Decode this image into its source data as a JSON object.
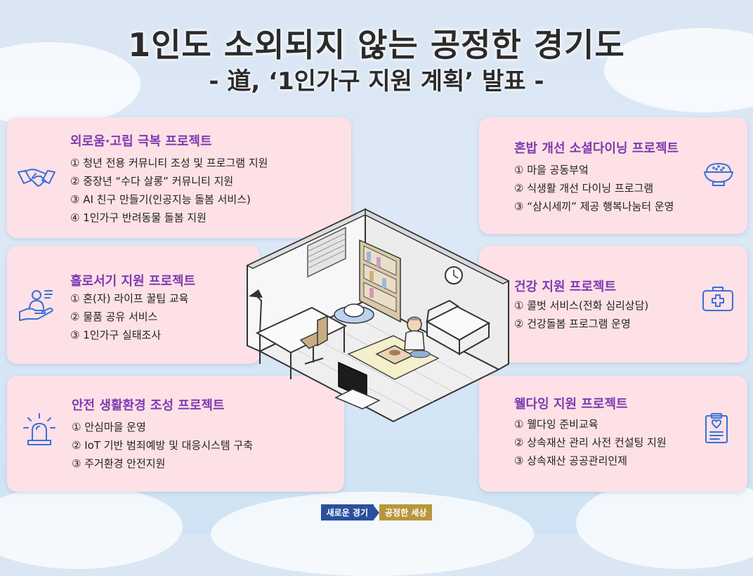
{
  "title": "1인도 소외되지 않는 공정한 경기도",
  "subtitle": "- 道, ‘1인가구 지원 계획’ 발표 -",
  "panels": {
    "p1": {
      "title": "외로움·고립 극복 프로젝트",
      "icon": "handshake-icon",
      "items": [
        "① 청년 전용 커뮤니티 조성 및 프로그램 지원",
        "② 중장년 “수다 살롱” 커뮤니티 지원",
        "③ AI 친구 만들기(인공지능 돌봄 서비스)",
        "④ 1인가구 반려동물 돌봄 지원"
      ]
    },
    "p2": {
      "title": "홀로서기 지원 프로젝트",
      "icon": "hand-person-icon",
      "items": [
        "① 혼(자) 라이프 꿀팁 교육",
        "② 물품 공유 서비스",
        "③ 1인가구 실태조사"
      ]
    },
    "p3": {
      "title": "안전 생활환경 조성 프로젝트",
      "icon": "siren-icon",
      "items": [
        "① 안심마을 운영",
        "② IoT 기반 범죄예방 및 대응시스템 구축",
        "③ 주거환경 안전지원"
      ]
    },
    "p4": {
      "title": "혼밥 개선 소셜다이닝 프로젝트",
      "icon": "rice-bowl-icon",
      "items": [
        "① 마을 공동부엌",
        "② 식생활 개선 다이닝 프로그램",
        "③ “삼시세끼” 제공 행복나눔터 운영"
      ]
    },
    "p5": {
      "title": "건강 지원 프로젝트",
      "icon": "first-aid-kit-icon",
      "items": [
        "① 콜벗 서비스(전화 심리상담)",
        "② 건강돌봄 프로그램 운영"
      ]
    },
    "p6": {
      "title": "웰다잉 지원 프로젝트",
      "icon": "clipboard-heart-icon",
      "items": [
        "① 웰다잉 준비교육",
        "② 상속재산 관리 사전 컨설팅 지원",
        "③ 상속재산 공공관리인제"
      ]
    }
  },
  "footer": {
    "tag1": "새로운 경기",
    "tag2": "공정한 세상"
  },
  "colors": {
    "panel": "#fde1e6",
    "title_purple": "#7e3ab3",
    "icon_blue": "#3b6fd8"
  }
}
